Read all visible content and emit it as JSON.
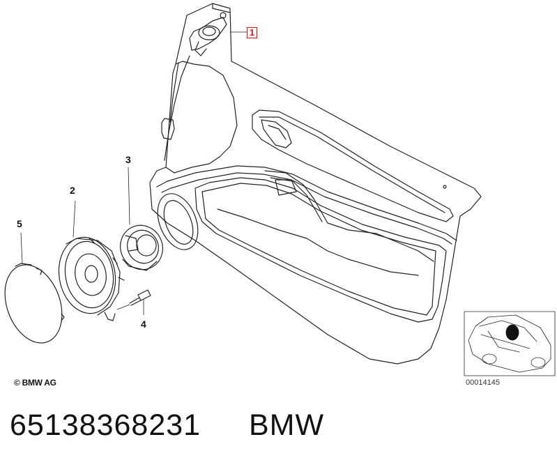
{
  "callouts": {
    "item_1": "1",
    "item_2": "2",
    "item_3": "3",
    "item_4": "4",
    "item_5": "5"
  },
  "footer": {
    "copyright": "© BMW AG",
    "diagram_ref": "00014145"
  },
  "caption": {
    "part_number": "65138368231",
    "brand": "BMW"
  },
  "colors": {
    "line": "#222222",
    "callout_highlight": "#dd1111",
    "locator_fill": "#111111"
  }
}
